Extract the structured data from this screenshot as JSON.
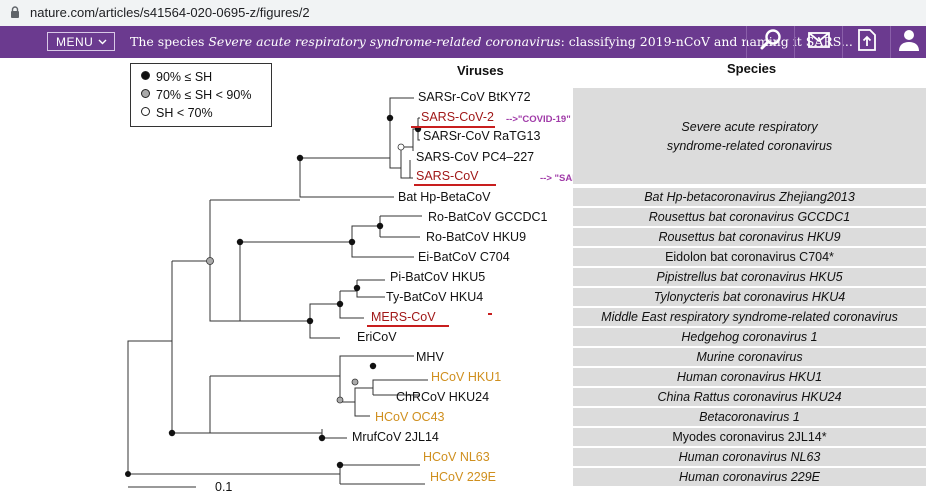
{
  "browser": {
    "url": "nature.com/articles/s41564-020-0695-z/figures/2"
  },
  "header": {
    "menu_label": "MENU",
    "title_prefix": "The species ",
    "title_italic": "Severe acute respiratory syndrome-related coronavirus",
    "title_suffix": ": classifying 2019-nCoV and naming it SARS...",
    "bg_color": "#6b3a8f"
  },
  "legend": {
    "items": [
      "90% ≤ SH",
      "70% ≤ SH < 90%",
      "SH < 70%"
    ]
  },
  "columns": {
    "viruses": "Viruses",
    "species": "Species"
  },
  "viruses": [
    "SARSr-CoV BtKY72",
    "SARS-CoV-2",
    "SARSr-CoV RaTG13",
    "SARS-CoV PC4–227",
    "SARS-CoV",
    "Bat Hp-BetaCoV",
    "Ro-BatCoV GCCDC1",
    "Ro-BatCoV HKU9",
    "Ei-BatCoV C704",
    "Pi-BatCoV HKU5",
    "Ty-BatCoV HKU4",
    "MERS-CoV",
    "EriCoV",
    "MHV",
    "HCoV HKU1",
    "ChRCoV HKU24",
    "HCoV OC43",
    "MrufCoV 2JL14",
    "HCoV NL63",
    "HCoV 229E"
  ],
  "annotations": {
    "covid": "-->\"COVID-19\"",
    "sars": "--> \"SARS\""
  },
  "species": [
    "Severe acute respiratory",
    "syndrome-related coronavirus",
    "Bat Hp-betacoronavirus Zhejiang2013",
    "Rousettus bat coronavirus GCCDC1",
    "Rousettus bat coronavirus HKU9",
    "Eidolon bat coronavirus C704*",
    "Pipistrellus bat coronavirus HKU5",
    "Tylonycteris bat coronavirus HKU4",
    "Middle East respiratory syndrome-related coronavirus",
    "Hedgehog coronavirus 1",
    "Murine coronavirus",
    "Human coronavirus HKU1",
    "China Rattus coronavirus HKU24",
    "Betacoronavirus 1",
    "Myodes coronavirus 2JL14*",
    "Human coronavirus NL63",
    "Human coronavirus 229E"
  ],
  "scale": {
    "label": "0.1"
  },
  "colors": {
    "human_cov": "#cf8f1e",
    "highlight": "#a01818",
    "underline": "#c81e1e",
    "annotation": "#a03aa8",
    "species_bg": "#dcdcdc"
  }
}
